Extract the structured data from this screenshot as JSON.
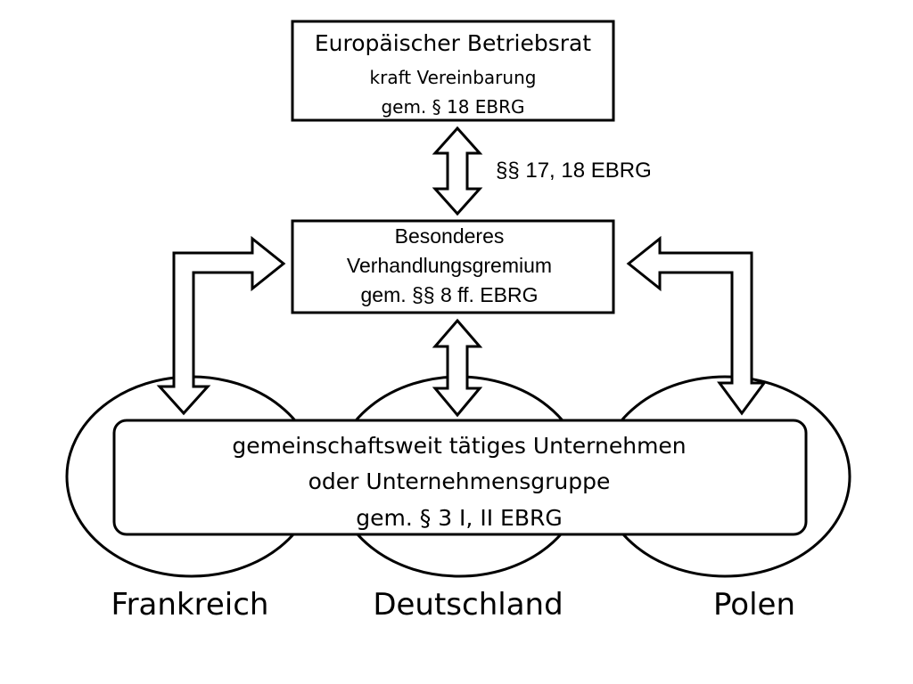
{
  "top_box": {
    "line1": "Europäischer Betriebsrat",
    "line2": "kraft Vereinbarung",
    "line3": "gem. § 18 EBRG"
  },
  "arrow_label": "§§ 17, 18 EBRG",
  "middle_box": {
    "line1": "Besonderes",
    "line2": "Verhandlungsgremium",
    "line3": "gem. §§ 8 ff. EBRG"
  },
  "enterprise_box": {
    "line1": "gemeinschaftsweit tätiges Unternehmen",
    "line2": "oder Unternehmensgruppe",
    "line3": "gem. § 3 I, II EBRG"
  },
  "countries": {
    "left": "Frankreich",
    "center": "Deutschland",
    "right": "Polen"
  }
}
